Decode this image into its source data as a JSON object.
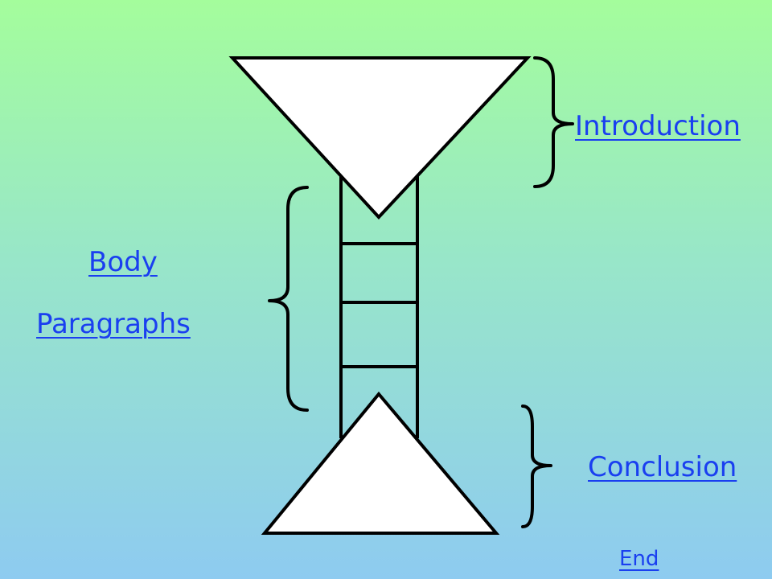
{
  "links": {
    "introduction": "Introduction",
    "body_line1": "Body",
    "body_line2": "Paragraphs",
    "conclusion": "Conclusion",
    "end": "End"
  },
  "colors": {
    "link": "#1a3ff0",
    "shape_fill": "#ffffff",
    "outline": "#000000"
  }
}
